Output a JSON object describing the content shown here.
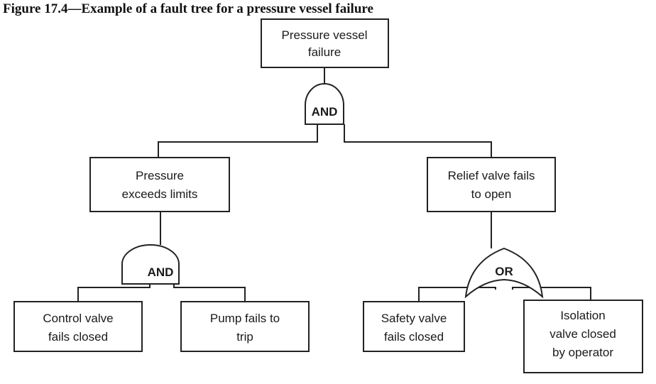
{
  "title": "Figure 17.4—Example of a fault tree for a pressure vessel failure",
  "nodes": {
    "top": [
      "Pressure vessel",
      "failure"
    ],
    "pressure": [
      "Pressure",
      "exceeds limits"
    ],
    "relief": [
      "Relief valve fails",
      "to open"
    ],
    "control": [
      "Control valve",
      "fails closed"
    ],
    "pump": [
      "Pump fails to",
      "trip"
    ],
    "safety": [
      "Safety valve",
      "fails closed"
    ],
    "isolation": [
      "Isolation",
      "valve closed",
      "by operator"
    ]
  },
  "gates": {
    "top_gate": "AND",
    "left_gate": "AND",
    "right_gate": "OR"
  }
}
